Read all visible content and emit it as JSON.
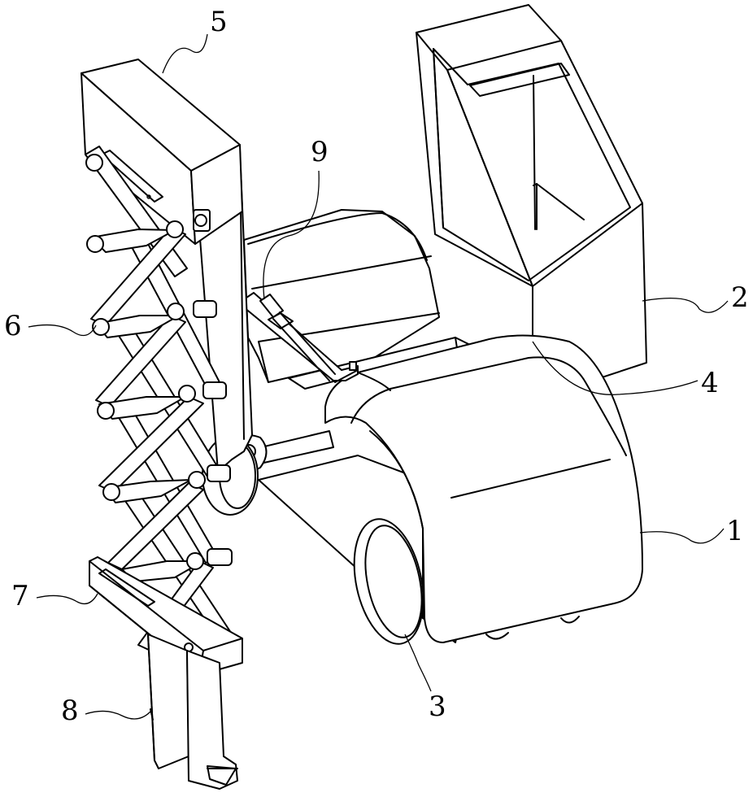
{
  "figure": {
    "labels": [
      {
        "id": "l1",
        "text": "1",
        "part": "vehicle-body"
      },
      {
        "id": "l2",
        "text": "2",
        "part": "cab"
      },
      {
        "id": "l3",
        "text": "3",
        "part": "wheel"
      },
      {
        "id": "l4",
        "text": "4",
        "part": "guide-rail"
      },
      {
        "id": "l5",
        "text": "5",
        "part": "mounting-box"
      },
      {
        "id": "l6",
        "text": "6",
        "part": "scissor-arm"
      },
      {
        "id": "l7",
        "text": "7",
        "part": "clamp-bracket"
      },
      {
        "id": "l8",
        "text": "8",
        "part": "gripper-plate"
      },
      {
        "id": "l9",
        "text": "9",
        "part": "hydraulic-cylinder"
      }
    ]
  }
}
